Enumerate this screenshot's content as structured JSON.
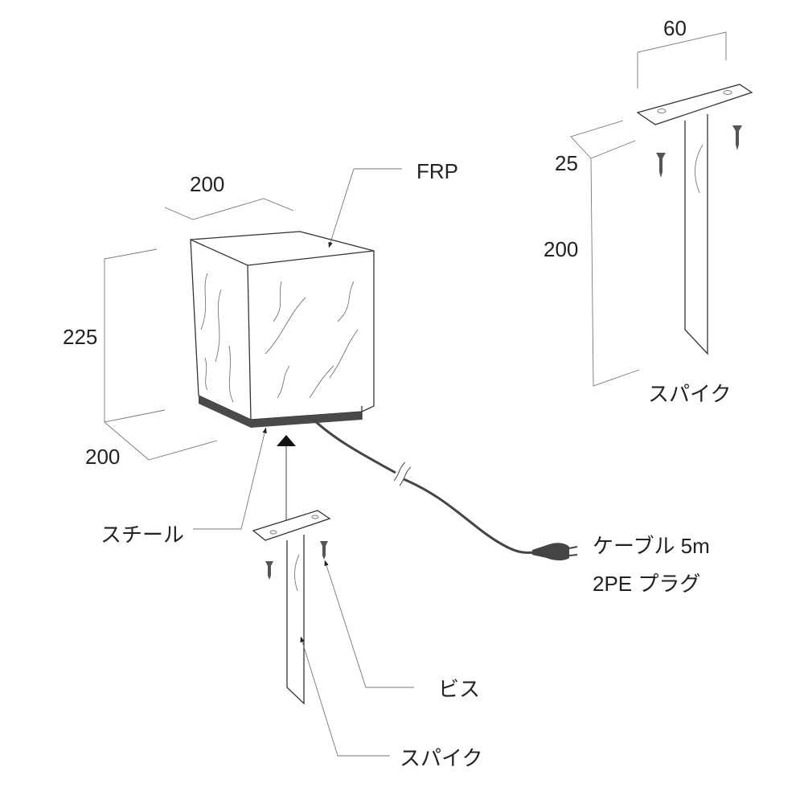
{
  "dimensions": {
    "cube_width_top": "200",
    "cube_height": "225",
    "cube_depth": "200",
    "spike_plate_width": "60",
    "spike_plate_depth": "25",
    "spike_length": "200"
  },
  "labels": {
    "frp": "FRP",
    "steel": "スチール",
    "screw": "ビス",
    "spike_main": "スパイク",
    "spike_detail": "スパイク",
    "cable": "ケーブル 5m",
    "plug": "2PE プラグ"
  },
  "colors": {
    "line": "#444444",
    "base": "#4a4a4a",
    "cable": "#444444"
  }
}
